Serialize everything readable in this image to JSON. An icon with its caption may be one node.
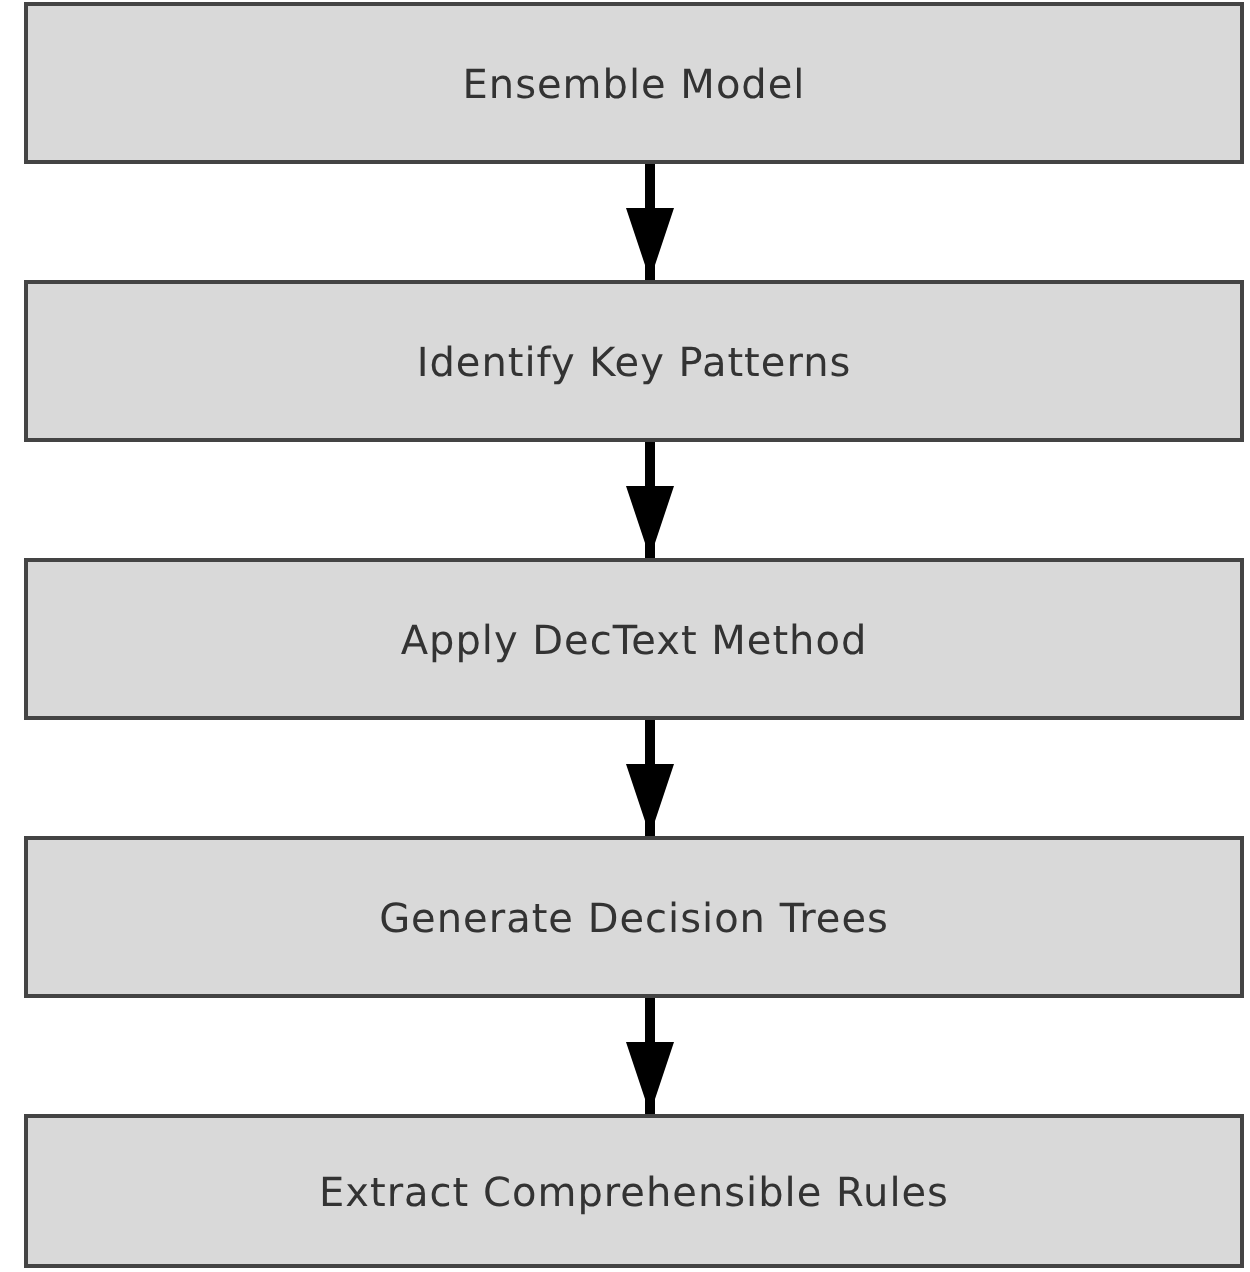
{
  "diagram": {
    "nodes": [
      {
        "text": [
          "Ensemble Model"
        ]
      },
      {
        "text": [
          "Identify Key Patterns"
        ]
      },
      {
        "text": [
          "Apply DecText Method"
        ]
      },
      {
        "text": [
          "Generate Decision Trees"
        ]
      },
      {
        "text": [
          "Extract Comprehensible Rules"
        ]
      }
    ],
    "edges": [
      {
        "from": 0,
        "to": 1,
        "arrow": "to"
      },
      {
        "from": 1,
        "to": 2,
        "arrow": "to"
      },
      {
        "from": 2,
        "to": 3,
        "arrow": "to"
      },
      {
        "from": 3,
        "to": 4,
        "arrow": "to"
      }
    ]
  }
}
